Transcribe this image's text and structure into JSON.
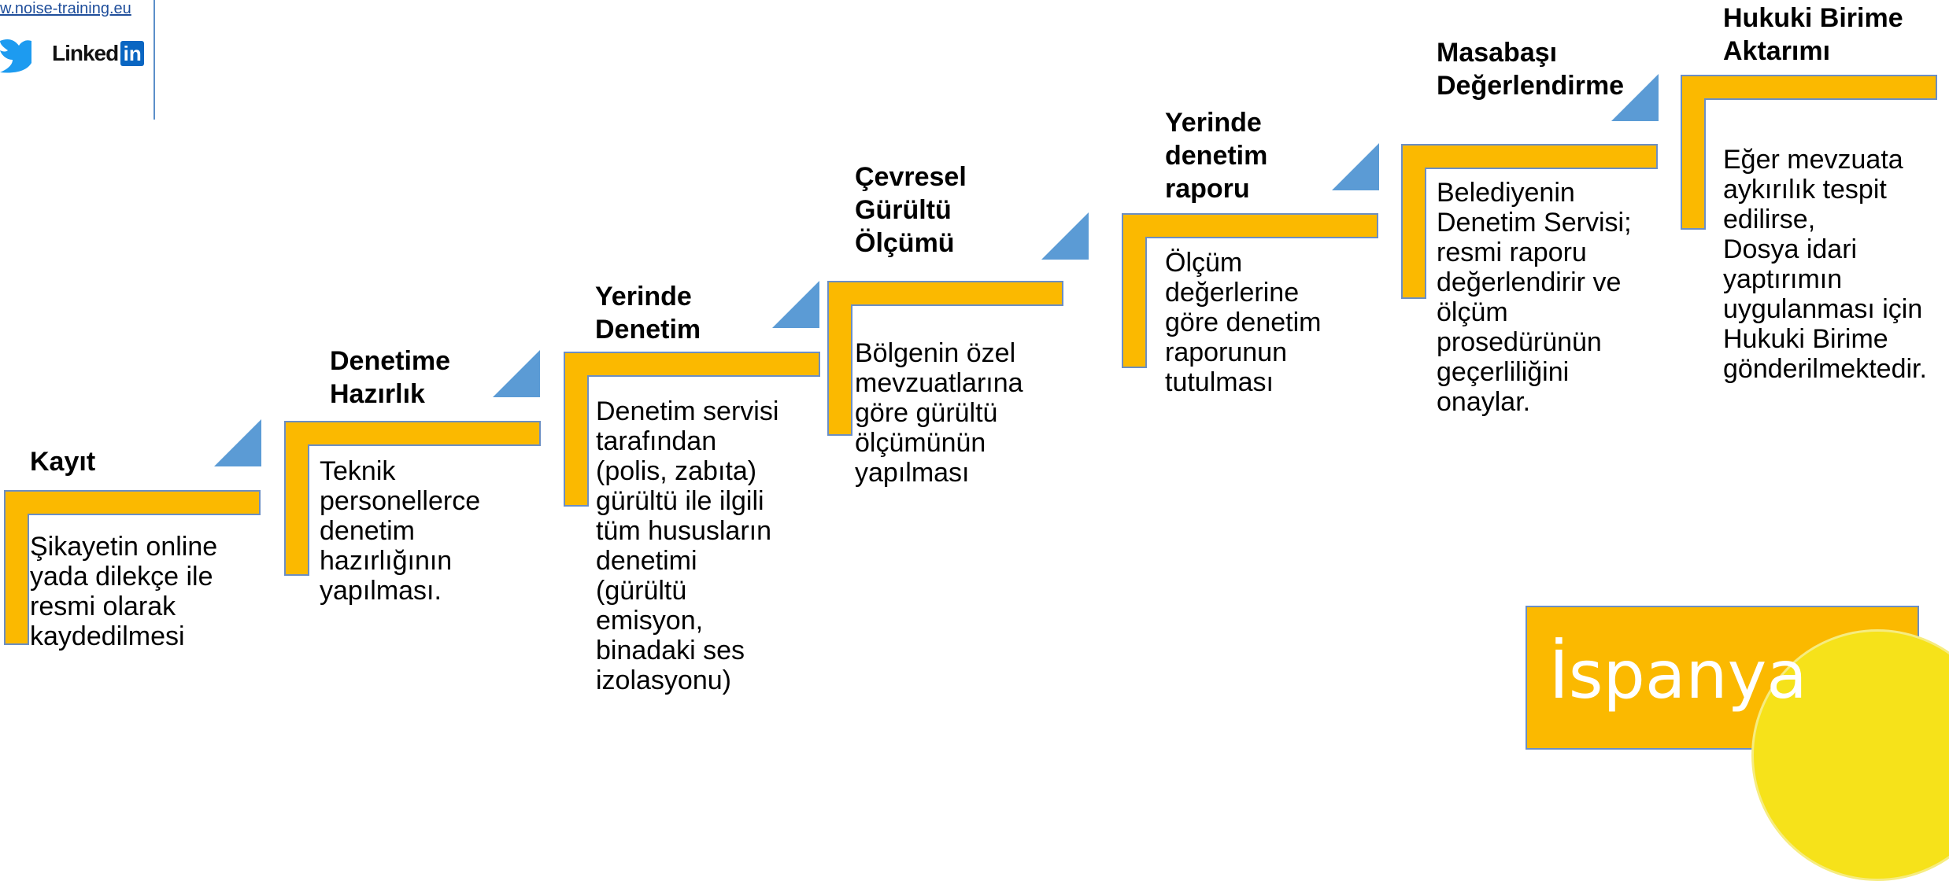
{
  "header": {
    "link_text": "w.noise-training.eu",
    "linkedin_text": "Linked",
    "linkedin_box": "in"
  },
  "steps": [
    {
      "title": "Kayıt",
      "desc": "Şikayetin online\nyada dilekçe ile\nresmi olarak\nkaydedilmesi"
    },
    {
      "title": "Denetime\nHazırlık",
      "desc": "Teknik\npersonellerce\ndenetim\nhazırlığının\nyapılması."
    },
    {
      "title": "Yerinde\nDenetim",
      "desc": "Denetim servisi\ntarafından\n(polis, zabıta)\ngürültü ile ilgili\ntüm hususların\ndenetimi\n(gürültü\nemisyon,\nbinadaki ses\nizolasyonu)"
    },
    {
      "title": "Çevresel\nGürültü\nÖlçümü",
      "desc": " Bölgenin özel\nmevzuatlarına\ngöre gürültü\nölçümünün\nyapılması"
    },
    {
      "title": "Yerinde\ndenetim\nraporu",
      "desc": "Ölçüm\ndeğerlerine\ngöre denetim\nraporunun\ntutulması"
    },
    {
      "title": "Masabaşı\nDeğerlendirme",
      "desc": "Belediyenin\nDenetim Servisi;\nresmi raporu\ndeğerlendirir ve\nölçüm\nprosedürünün\ngeçerliliğini\nonaylar."
    },
    {
      "title": "Hukuki Birime\nAktarımı",
      "desc": "Eğer mevzuata\naykırılık tespit\nedilirse,\nDosya idari\nyaptırımın\nuygulanması için\nHukuki Birime\ngönderilmektedir."
    }
  ],
  "badge": {
    "label": "İspanya"
  },
  "colors": {
    "bracket_fill": "#fbb900",
    "bracket_outline": "#6b8ec4",
    "triangle": "#5b9bd5"
  }
}
